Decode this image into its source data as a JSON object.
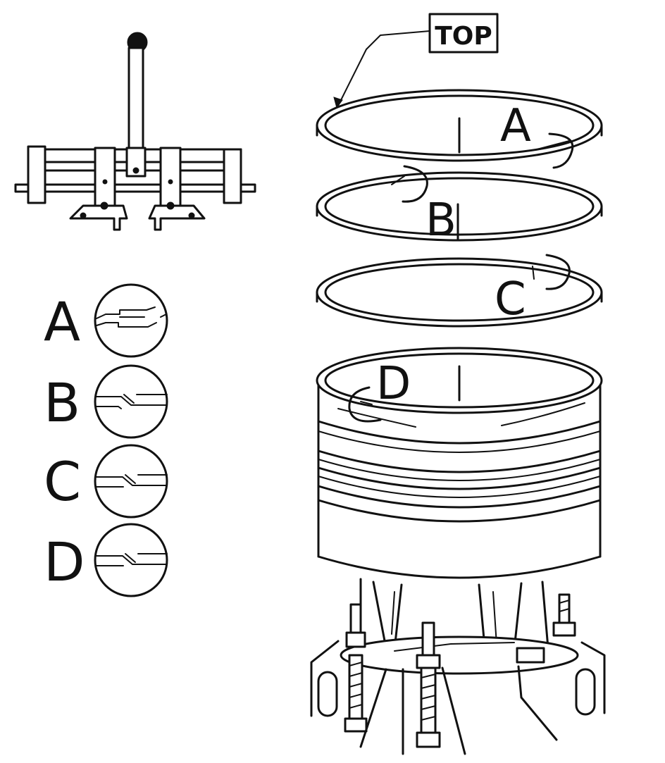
{
  "diagram": {
    "top_label": "TOP",
    "detail_views": [
      {
        "letter": "A",
        "joint": "step"
      },
      {
        "letter": "B",
        "joint": "angle"
      },
      {
        "letter": "C",
        "joint": "angle"
      },
      {
        "letter": "D",
        "joint": "angle"
      }
    ],
    "ring_callouts": [
      "A",
      "B",
      "C",
      "D"
    ]
  }
}
